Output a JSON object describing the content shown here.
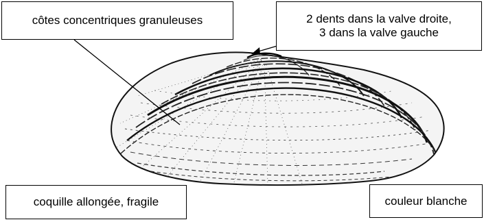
{
  "diagram": {
    "subject": "",
    "labels": {
      "ribs": "côtes concentriques granuleuses",
      "teeth_line1": "2 dents dans la valve droite,",
      "teeth_line2": "3 dans la valve gauche",
      "shape": "coquille allongée, fragile",
      "color": "couleur blanche"
    }
  }
}
